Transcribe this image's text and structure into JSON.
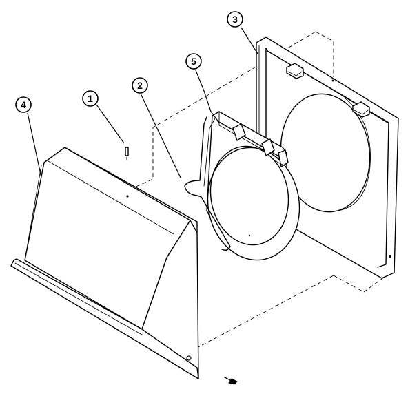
{
  "callouts": [
    {
      "id": "callout-1",
      "label": "1",
      "part": "screw"
    },
    {
      "id": "callout-2",
      "label": "2",
      "part": "spring"
    },
    {
      "id": "callout-3",
      "label": "3",
      "part": "frame"
    },
    {
      "id": "callout-4",
      "label": "4",
      "part": "hood"
    },
    {
      "id": "callout-5",
      "label": "5",
      "part": "damper"
    }
  ]
}
